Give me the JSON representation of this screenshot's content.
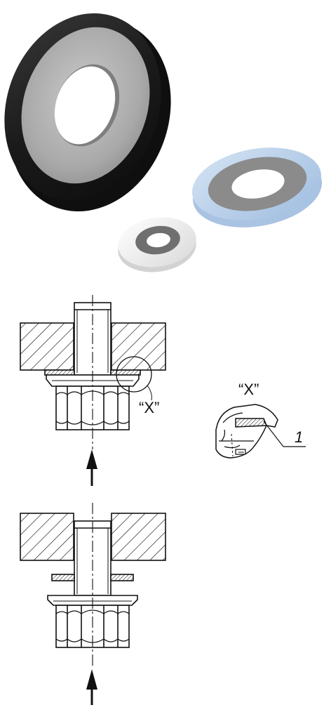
{
  "labels": {
    "detail_callout": "“X”",
    "detail_title": "“X”",
    "item_number": "1"
  },
  "colors": {
    "black_seal": "#1c1c1c",
    "metal_core": "#b3b3b3",
    "blue_seal": "#bcd3ec",
    "white_seal": "#efefef",
    "line": "#111111"
  }
}
